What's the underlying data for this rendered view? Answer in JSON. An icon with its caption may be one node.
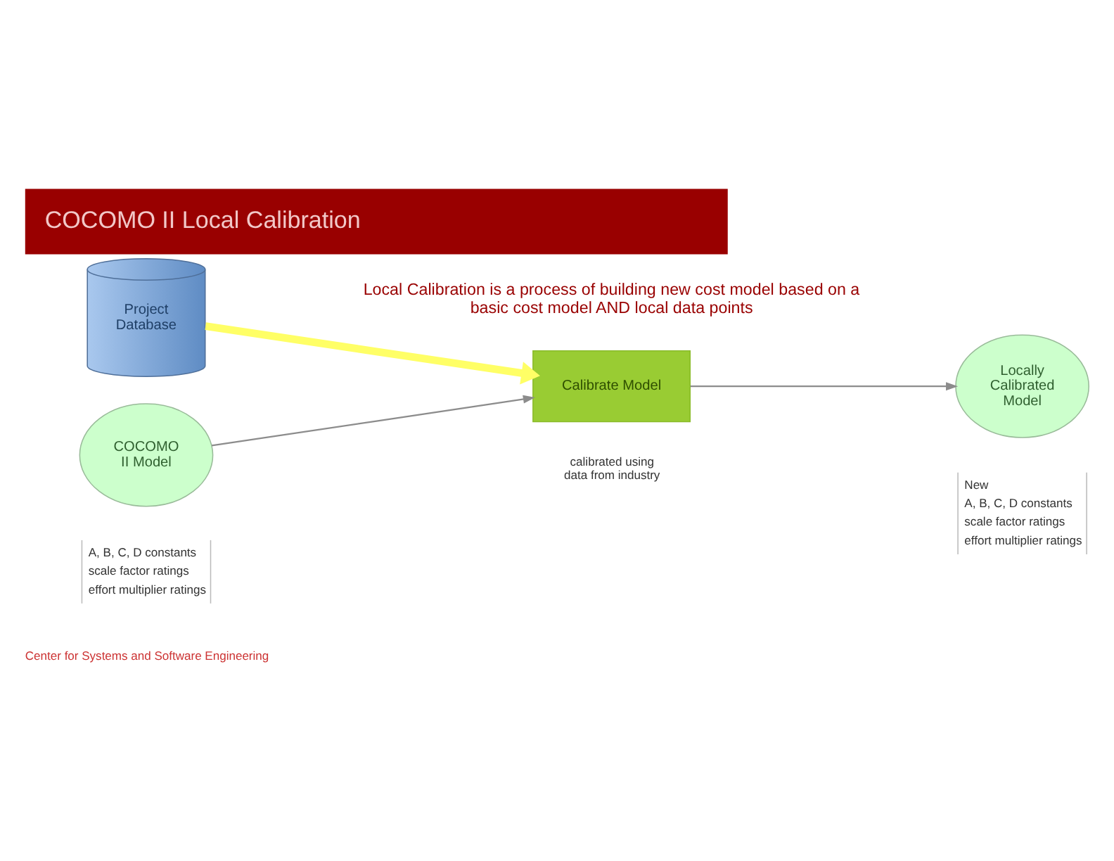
{
  "diagram": {
    "title": "COCOMO II Local Calibration",
    "nodes": [
      {
        "text": [
          "Project Database"
        ]
      },
      {
        "text": [
          "Calibrate Model"
        ]
      },
      {
        "text": [
          "COCOMO II Model"
        ],
        "beside": [
          "A, B, C, D constants",
          "scale factor ratings",
          "effort multiplier ratings"
        ]
      },
      {
        "text": [
          "Locally Calibrated Model"
        ],
        "beside": [
          "New",
          "A, B, C, D constants",
          "scale factor ratings",
          "effort multiplier ratings"
        ]
      }
    ],
    "edges": [
      {
        "from": 0,
        "to": 1,
        "arrow": "to",
        "style": "thick",
        "color": "#ffff66"
      },
      {
        "from": 2,
        "to": 1,
        "arrow": "to"
      },
      {
        "from": 1,
        "to": 3,
        "arrow": "to"
      }
    ],
    "labels": [
      "Local Calibration is a process of building new cost model based on a basic cost model AND local data points",
      "calibrated using data from industry",
      "Center for Systems and Software Engineering"
    ]
  }
}
